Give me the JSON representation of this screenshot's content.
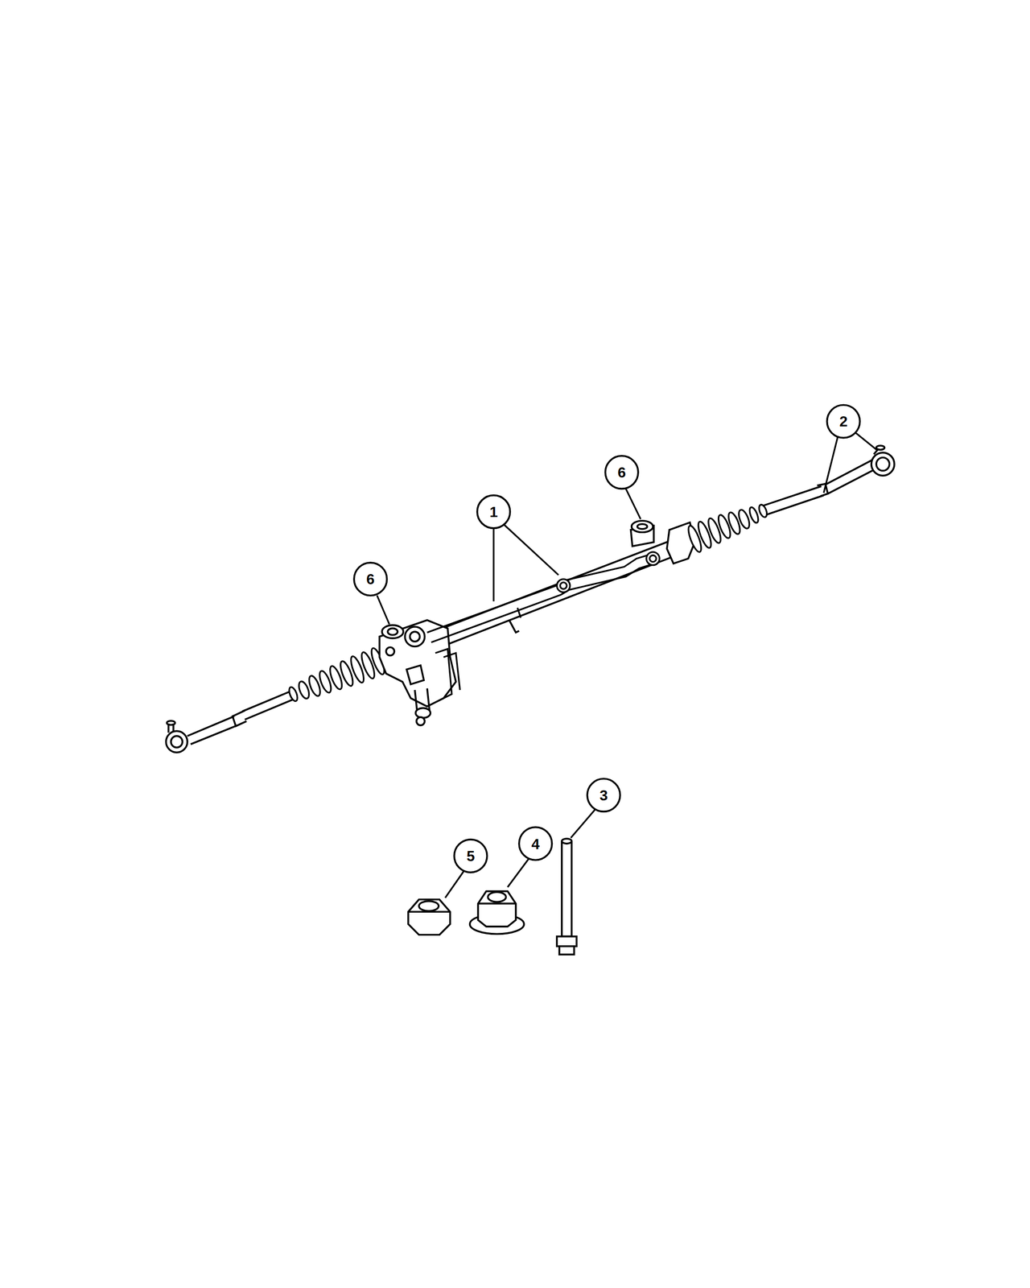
{
  "diagram": {
    "labels": [
      "2",
      "6",
      "1",
      "6",
      "3",
      "5",
      "4"
    ]
  }
}
